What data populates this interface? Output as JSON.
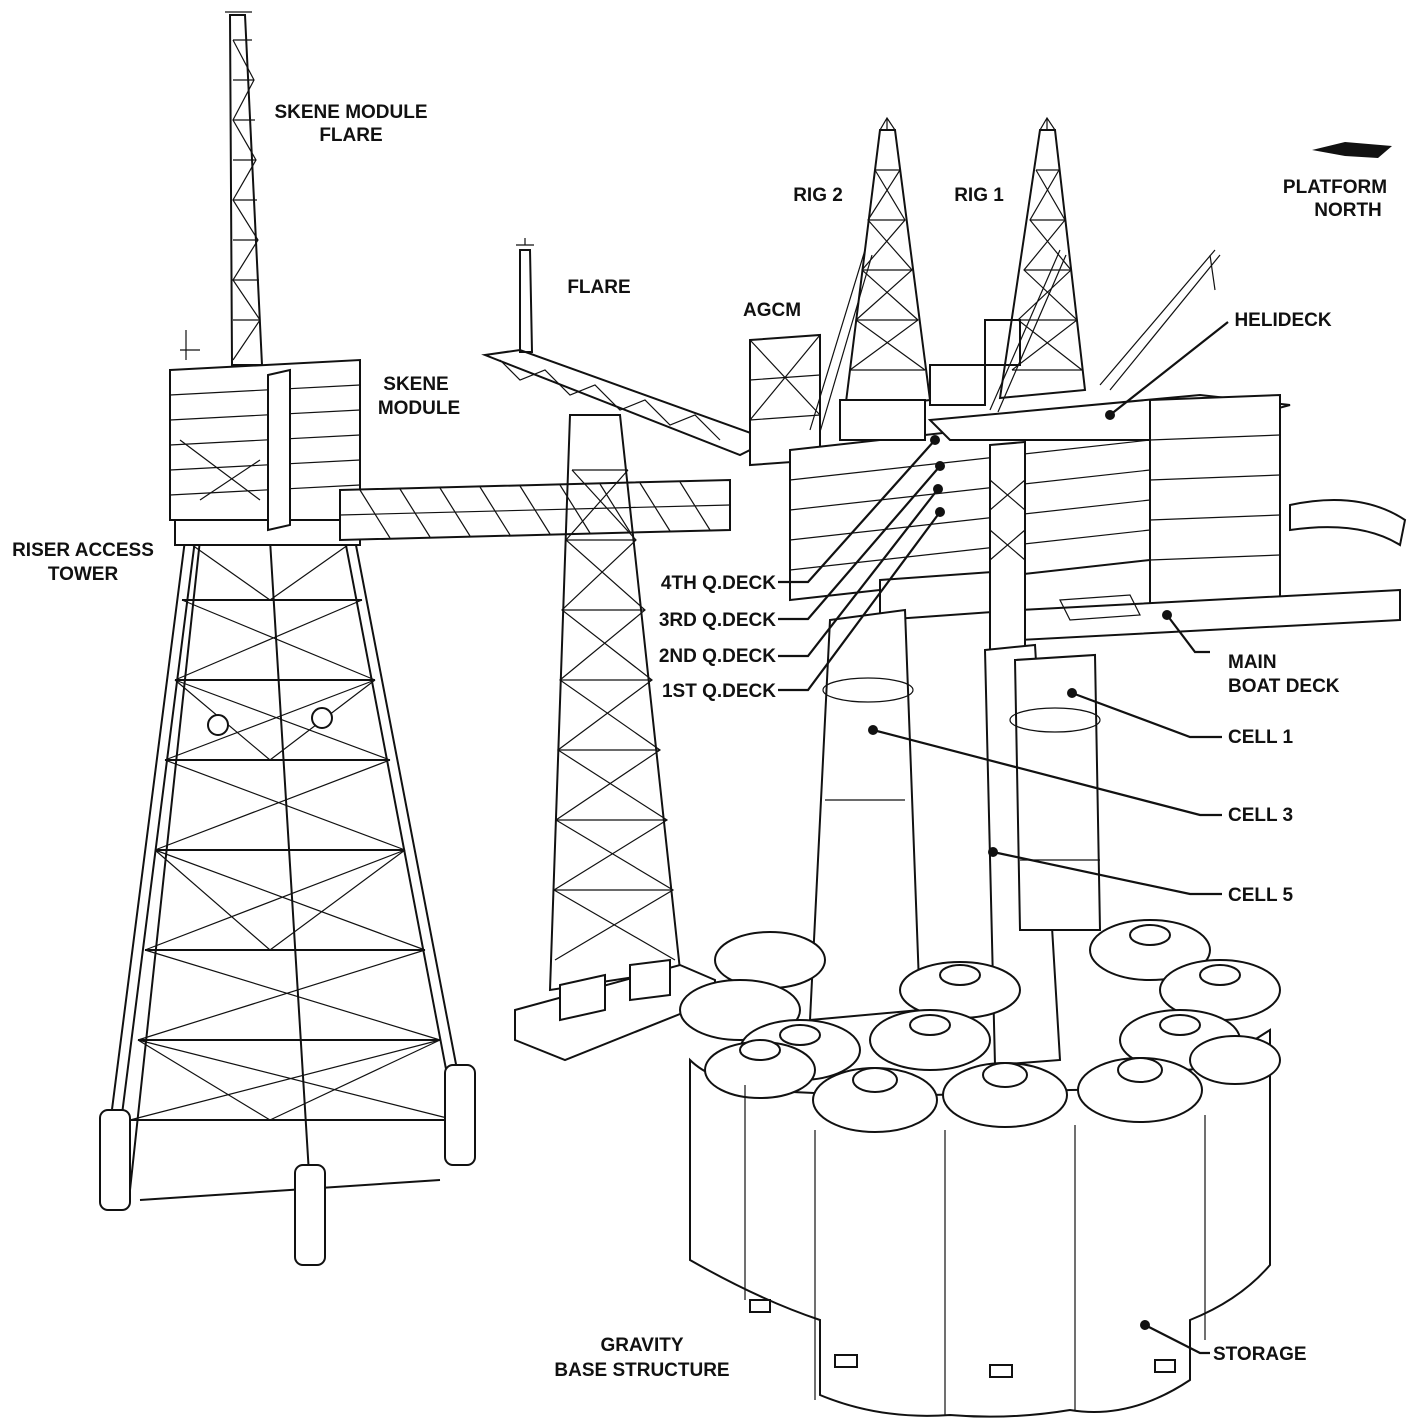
{
  "labels": {
    "skene_module_flare_1": "SKENE MODULE",
    "skene_module_flare_2": "FLARE",
    "skene_module_1": "SKENE",
    "skene_module_2": "MODULE",
    "riser_access_tower_1": "RISER ACCESS",
    "riser_access_tower_2": "TOWER",
    "flare": "FLARE",
    "agcm": "AGCM",
    "rig_2": "RIG 2",
    "rig_1": "RIG 1",
    "platform_north_1": "PLATFORM",
    "platform_north_2": "NORTH",
    "helideck": "HELIDECK",
    "deck_4": "4TH Q.DECK",
    "deck_3": "3RD Q.DECK",
    "deck_2": "2ND Q.DECK",
    "deck_1": "1ST Q.DECK",
    "main_boat_deck_1": "MAIN",
    "main_boat_deck_2": "BOAT DECK",
    "cell_1": "CELL 1",
    "cell_3": "CELL 3",
    "cell_5": "CELL 5",
    "gravity_base_1": "GRAVITY",
    "gravity_base_2": "BASE STRUCTURE",
    "storage": "STORAGE"
  }
}
